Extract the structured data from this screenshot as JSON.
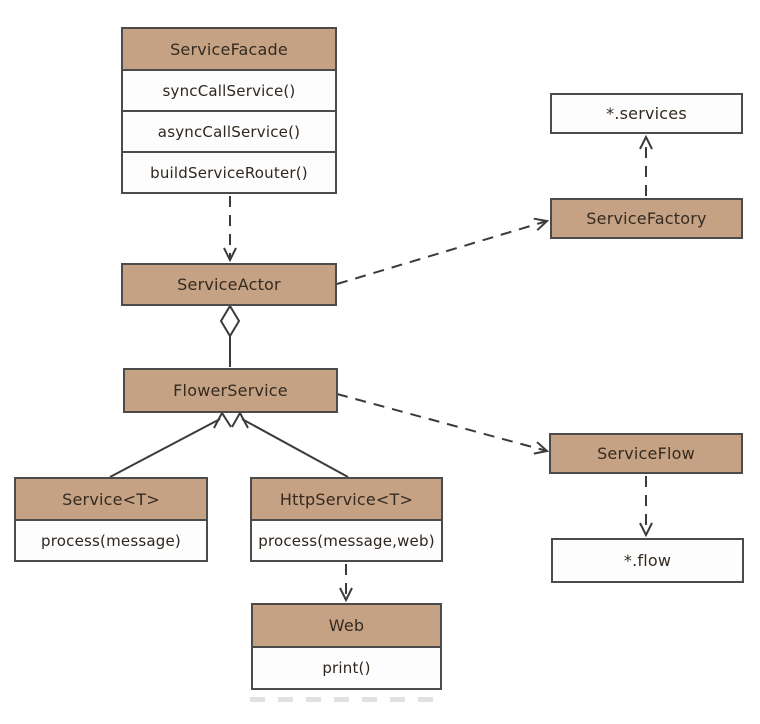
{
  "diagram_type": "uml-class-diagram",
  "classes": {
    "serviceFacade": {
      "name": "ServiceFacade",
      "methods": [
        "syncCallService()",
        "asyncCallService()",
        "buildServiceRouter()"
      ]
    },
    "serviceActor": {
      "name": "ServiceActor",
      "methods": []
    },
    "flowerService": {
      "name": "FlowerService",
      "methods": []
    },
    "serviceT": {
      "name": "Service<T>",
      "methods": [
        "process(message)"
      ]
    },
    "httpServiceT": {
      "name": "HttpService<T>",
      "methods": [
        "process(message,web)"
      ]
    },
    "web": {
      "name": "Web",
      "methods": [
        "print()"
      ]
    },
    "serviceFactory": {
      "name": "ServiceFactory",
      "methods": []
    },
    "serviceFlow": {
      "name": "ServiceFlow",
      "methods": []
    },
    "servicesArtifact": {
      "name": "*.services"
    },
    "flowArtifact": {
      "name": "*.flow"
    }
  },
  "relationships": [
    {
      "from": "ServiceFacade",
      "to": "ServiceActor",
      "type": "dashed-open-arrow"
    },
    {
      "from": "ServiceActor",
      "to": "ServiceFactory",
      "type": "dashed-open-arrow"
    },
    {
      "from": "ServiceFactory",
      "to": "*.services",
      "type": "dashed-open-arrow"
    },
    {
      "from": "FlowerService",
      "to": "ServiceActor",
      "type": "aggregation-hollow-diamond"
    },
    {
      "from": "FlowerService",
      "to": "ServiceFlow",
      "type": "dashed-open-arrow"
    },
    {
      "from": "ServiceFlow",
      "to": "*.flow",
      "type": "dashed-open-arrow"
    },
    {
      "from": "Service<T>",
      "to": "FlowerService",
      "type": "solid-open-arrow"
    },
    {
      "from": "HttpService<T>",
      "to": "FlowerService",
      "type": "solid-open-arrow"
    },
    {
      "from": "HttpService<T>",
      "to": "Web",
      "type": "dashed-open-arrow"
    }
  ],
  "colors": {
    "class_header_fill": "#c6a285",
    "artifact_fill": "#fdfdfd",
    "box_border": "#4b4b4b",
    "connector_line": "#3b3b3b",
    "text": "#342a1f",
    "background": "#ffffff"
  }
}
